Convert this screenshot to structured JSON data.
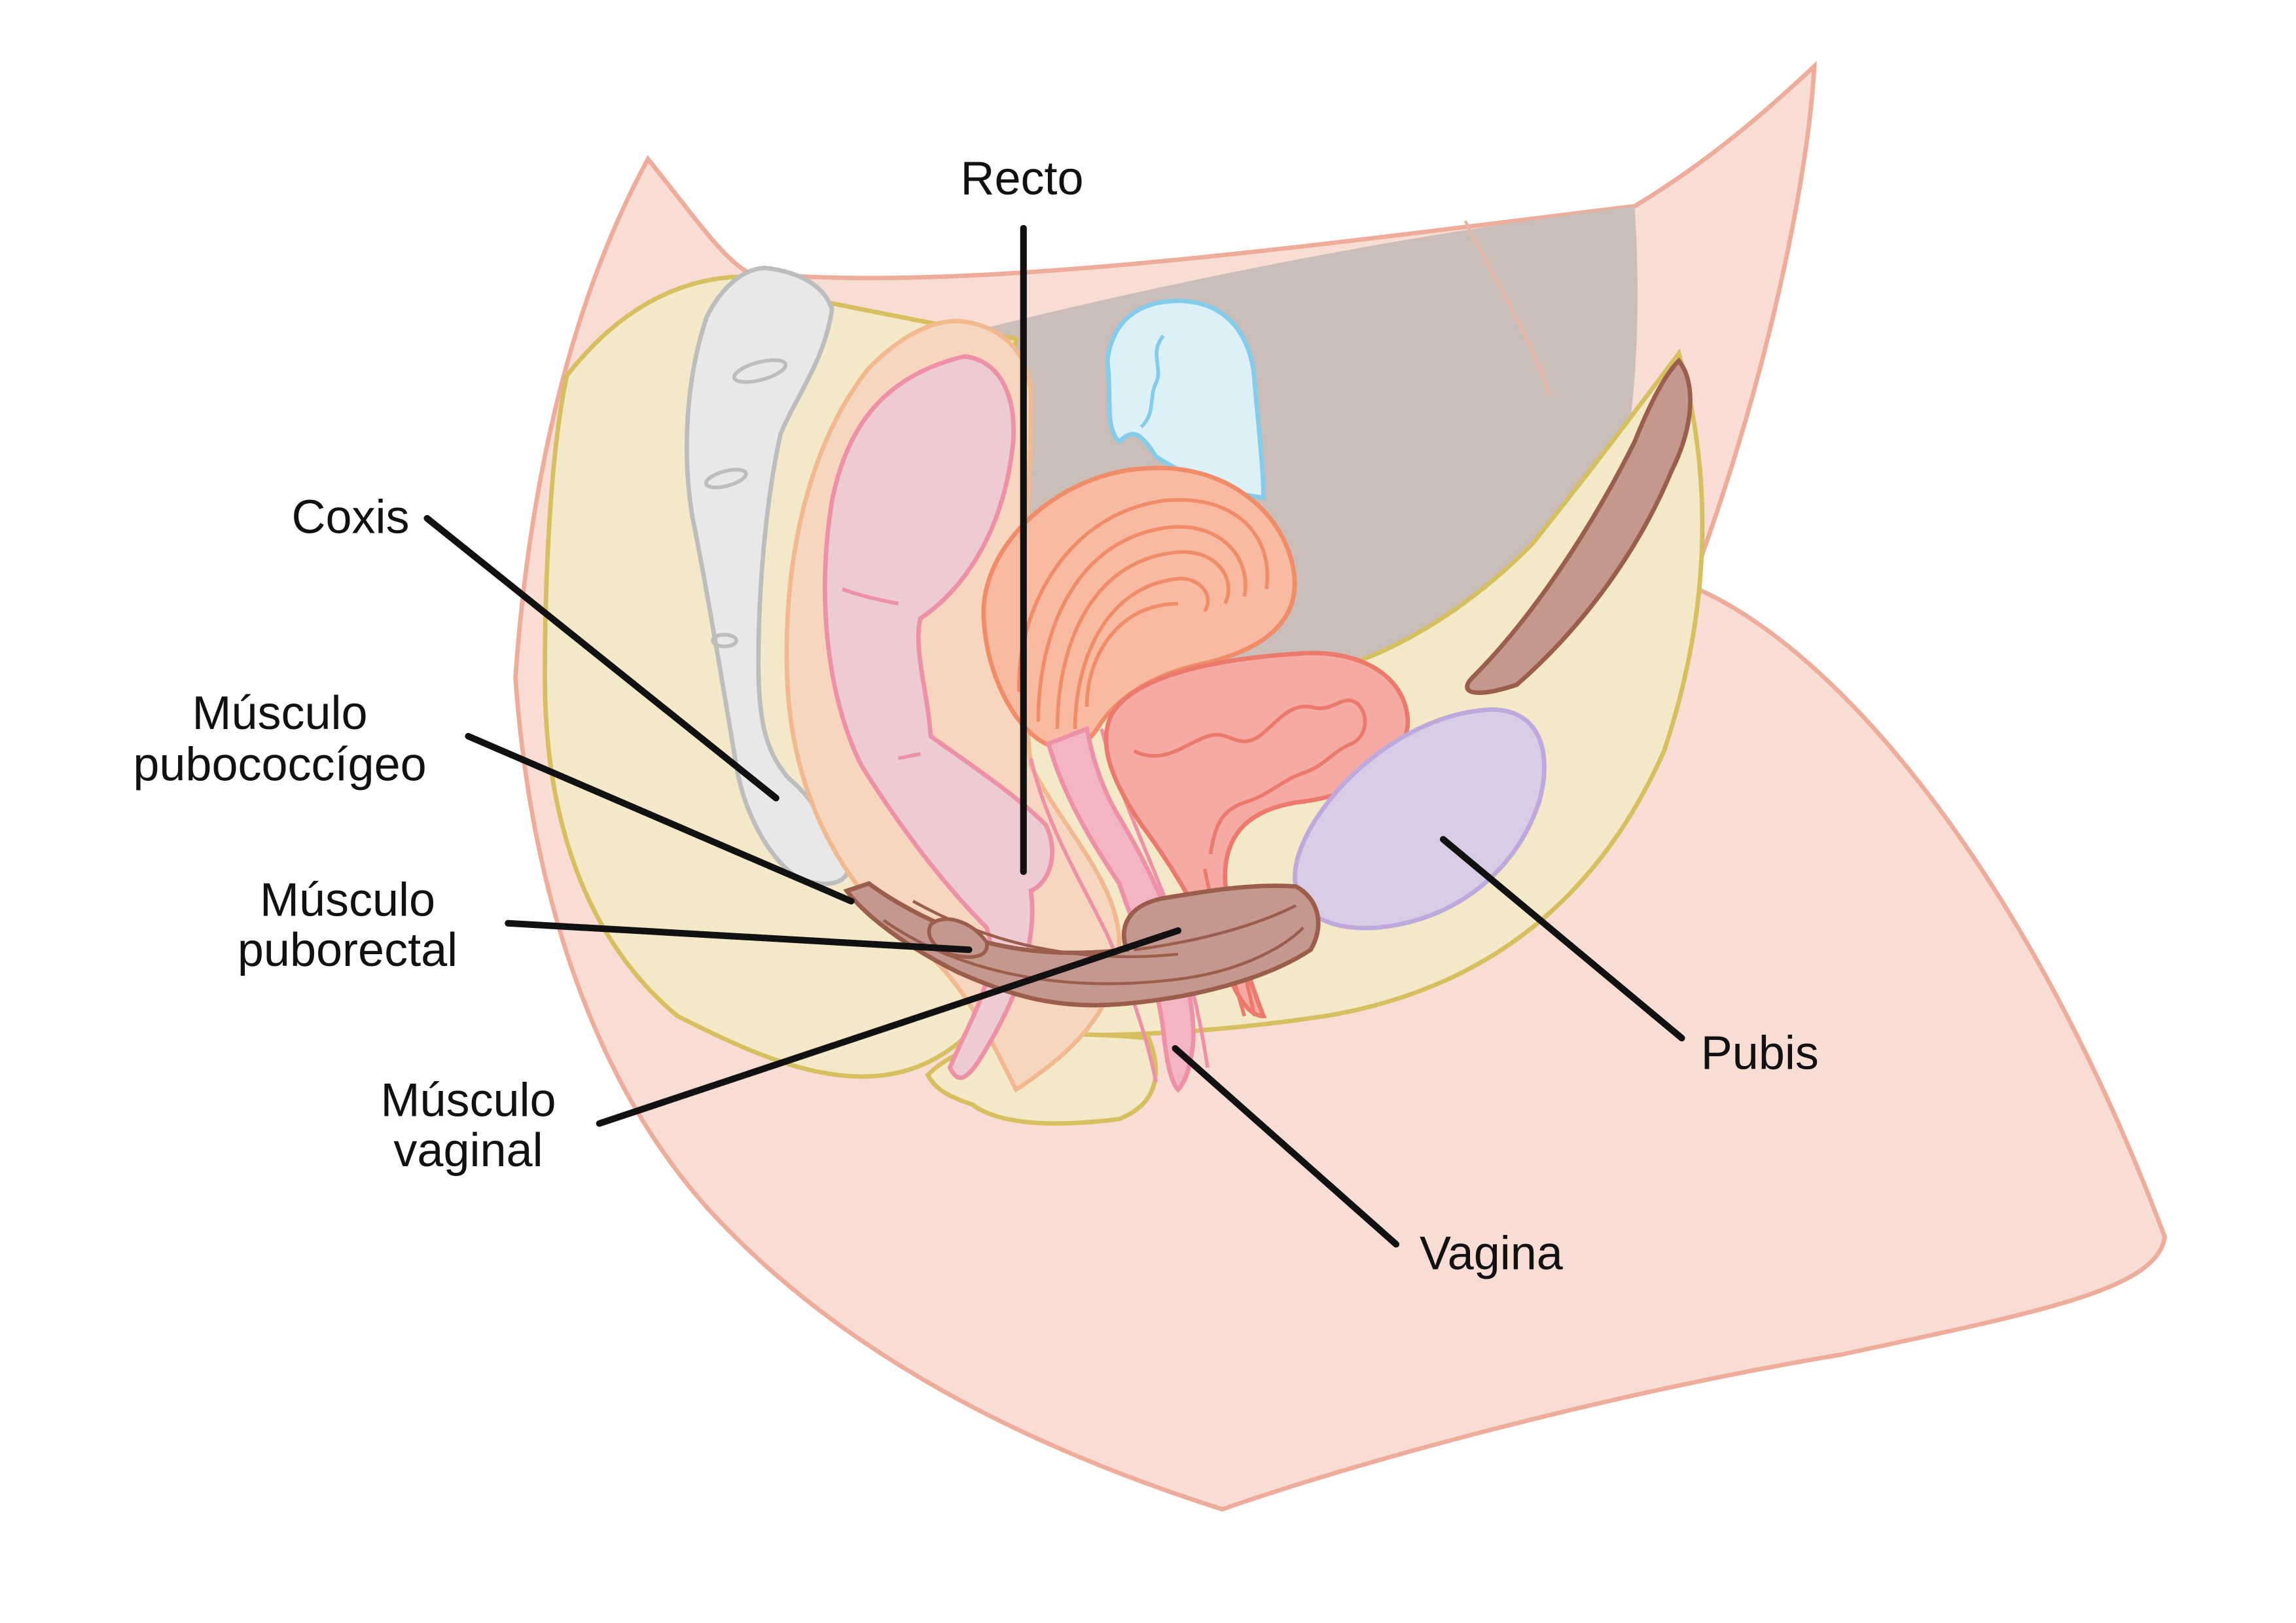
{
  "labels": {
    "recto": "Recto",
    "coxis": "Coxis",
    "pubococcigeo_1": "Músculo",
    "pubococcigeo_2": "pubococcígeo",
    "puborectal_1": "Músculo",
    "puborectal_2": "puborectal",
    "vaginal_1": "Músculo",
    "vaginal_2": "vaginal",
    "vagina": "Vagina",
    "pubis": "Pubis"
  },
  "colors": {
    "skin": "#f8ddd5",
    "skin_outline": "#eeac9a",
    "pelvic_floor": "#f3e8c8",
    "pelvic_outline": "#d6bf5e",
    "abdomen": "#cbbdb8",
    "coccyx": "#e8e8e8",
    "rectum": "#eccbd2",
    "rectum_outline": "#ee90a6",
    "rectum_wall": "#f7d6c0",
    "bladder": "#f5aaa4",
    "bladder_outline": "#ec7a6c",
    "uterus": "#f8bba2",
    "uterus_outline": "#f08c68",
    "ovary": "#dcf0f8",
    "ovary_outline": "#84cceb",
    "pubis": "#d8cce6",
    "pubis_outline": "#bea8dc",
    "muscle": "#c4978f",
    "muscle_outline": "#9c5e4c"
  }
}
